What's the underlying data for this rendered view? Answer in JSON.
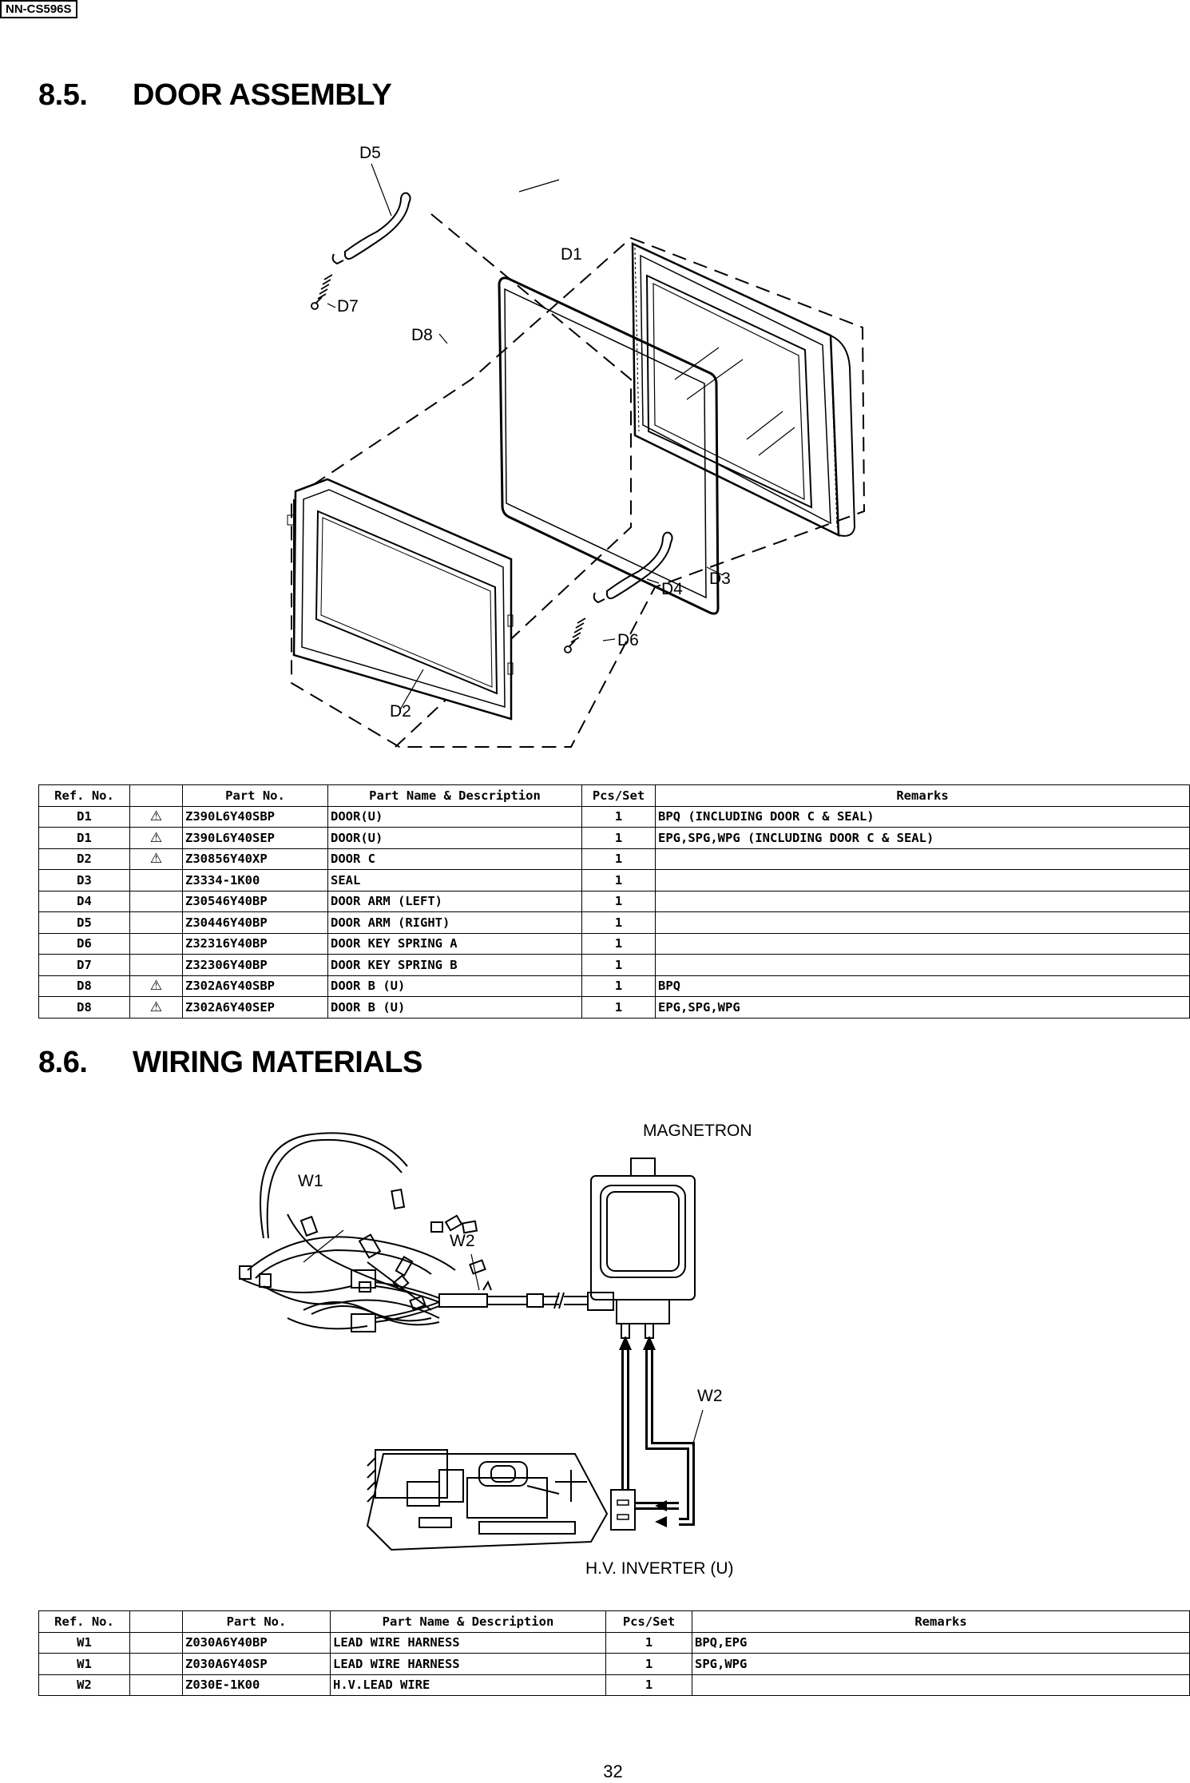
{
  "header": {
    "model": "NN-CS596S"
  },
  "door_section": {
    "number": "8.5.",
    "title": "DOOR ASSEMBLY",
    "figure_labels": {
      "d1": "D1",
      "d2": "D2",
      "d3": "D3",
      "d4": "D4",
      "d5": "D5",
      "d6": "D6",
      "d7": "D7",
      "d8": "D8"
    },
    "table": {
      "headers": [
        "Ref. No.",
        "",
        "Part No.",
        "Part Name & Description",
        "Pcs/Set",
        "Remarks"
      ],
      "rows": [
        {
          "ref": "D1",
          "warn": "⚠",
          "part_no": "Z390L6Y40SBP",
          "name": "DOOR(U)",
          "pcs": "1",
          "remarks": "BPQ (INCLUDING DOOR C & SEAL)"
        },
        {
          "ref": "D1",
          "warn": "⚠",
          "part_no": "Z390L6Y40SEP",
          "name": "DOOR(U)",
          "pcs": "1",
          "remarks": "EPG,SPG,WPG (INCLUDING DOOR C & SEAL)"
        },
        {
          "ref": "D2",
          "warn": "⚠",
          "part_no": "Z30856Y40XP",
          "name": "DOOR C",
          "pcs": "1",
          "remarks": ""
        },
        {
          "ref": "D3",
          "warn": "",
          "part_no": "Z3334-1K00",
          "name": "SEAL",
          "pcs": "1",
          "remarks": ""
        },
        {
          "ref": "D4",
          "warn": "",
          "part_no": "Z30546Y40BP",
          "name": "DOOR ARM (LEFT)",
          "pcs": "1",
          "remarks": ""
        },
        {
          "ref": "D5",
          "warn": "",
          "part_no": "Z30446Y40BP",
          "name": "DOOR ARM (RIGHT)",
          "pcs": "1",
          "remarks": ""
        },
        {
          "ref": "D6",
          "warn": "",
          "part_no": "Z32316Y40BP",
          "name": "DOOR KEY SPRING A",
          "pcs": "1",
          "remarks": ""
        },
        {
          "ref": "D7",
          "warn": "",
          "part_no": "Z32306Y40BP",
          "name": "DOOR KEY SPRING B",
          "pcs": "1",
          "remarks": ""
        },
        {
          "ref": "D8",
          "warn": "⚠",
          "part_no": "Z302A6Y40SBP",
          "name": "DOOR B (U)",
          "pcs": "1",
          "remarks": "BPQ"
        },
        {
          "ref": "D8",
          "warn": "⚠",
          "part_no": "Z302A6Y40SEP",
          "name": "DOOR B (U)",
          "pcs": "1",
          "remarks": "EPG,SPG,WPG"
        }
      ]
    }
  },
  "wiring_section": {
    "number": "8.6.",
    "title": "WIRING MATERIALS",
    "figure_labels": {
      "w1": "W1",
      "w2_left": "W2",
      "w2_right": "W2",
      "magnetron": "MAGNETRON",
      "inverter": "H.V. INVERTER (U)"
    },
    "table": {
      "headers": [
        "Ref. No.",
        "",
        "Part No.",
        "Part Name & Description",
        "Pcs/Set",
        "Remarks"
      ],
      "rows": [
        {
          "ref": "W1",
          "warn": "",
          "part_no": "Z030A6Y40BP",
          "name": "LEAD WIRE HARNESS",
          "pcs": "1",
          "remarks": "BPQ,EPG"
        },
        {
          "ref": "W1",
          "warn": "",
          "part_no": "Z030A6Y40SP",
          "name": "LEAD WIRE HARNESS",
          "pcs": "1",
          "remarks": "SPG,WPG"
        },
        {
          "ref": "W2",
          "warn": "",
          "part_no": "Z030E-1K00",
          "name": "H.V.LEAD WIRE",
          "pcs": "1",
          "remarks": ""
        }
      ]
    }
  },
  "footer": {
    "page": "32"
  }
}
